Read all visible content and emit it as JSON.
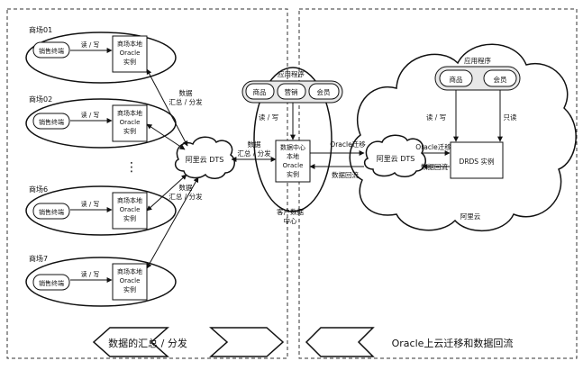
{
  "left_panel": {
    "stores": [
      {
        "name": "商场01",
        "terminal": "销售终端",
        "rw": "读 / 写",
        "db_l1": "商场本地",
        "db_l2": "Oracle",
        "db_l3": "实例"
      },
      {
        "name": "商场02",
        "terminal": "销售终端",
        "rw": "读 / 写",
        "db_l1": "商场本地",
        "db_l2": "Oracle",
        "db_l3": "实例"
      },
      {
        "name": "商场6",
        "terminal": "销售终端",
        "rw": "读 / 写",
        "db_l1": "商场本地",
        "db_l2": "Oracle",
        "db_l3": "实例"
      },
      {
        "name": "商场7",
        "terminal": "销售终端",
        "rw": "读 / 写",
        "db_l1": "商场本地",
        "db_l2": "Oracle",
        "db_l3": "实例"
      }
    ],
    "ellipsis": "⋮",
    "sync_top_l1": "数据",
    "sync_top_l2": "汇总 / 分发",
    "sync_bottom_l1": "数据",
    "sync_bottom_l2": "汇总 / 分发",
    "dts_label": "阿里云 DTS",
    "dc_sync_l1": "数据",
    "dc_sync_l2": "汇总 / 分发",
    "apps_title": "应用程序",
    "apps": [
      "商品",
      "营销",
      "会员"
    ],
    "dc_rw": "读 / 写",
    "dc_db_l1": "数据中心",
    "dc_db_l2": "本地",
    "dc_db_l3": "Oracle",
    "dc_db_l4": "实例",
    "dc_caption_l1": "客户数据",
    "dc_caption_l2": "中心",
    "footer": "数据的汇总 / 分发"
  },
  "right_panel": {
    "migrate_label": "Oracle迁移",
    "backflow_label": "数据回流",
    "dts_label": "阿里云 DTS",
    "migrate_label2": "Oracle迁移",
    "backflow_label2": "数据回流",
    "apps_title": "应用程序",
    "apps": [
      "商品",
      "会员"
    ],
    "rw_label": "读 / 写",
    "readonly_label": "只读",
    "drds_label": "DRDS 实例",
    "cloud_caption": "阿里云",
    "footer": "Oracle上云迁移和数据回流"
  }
}
